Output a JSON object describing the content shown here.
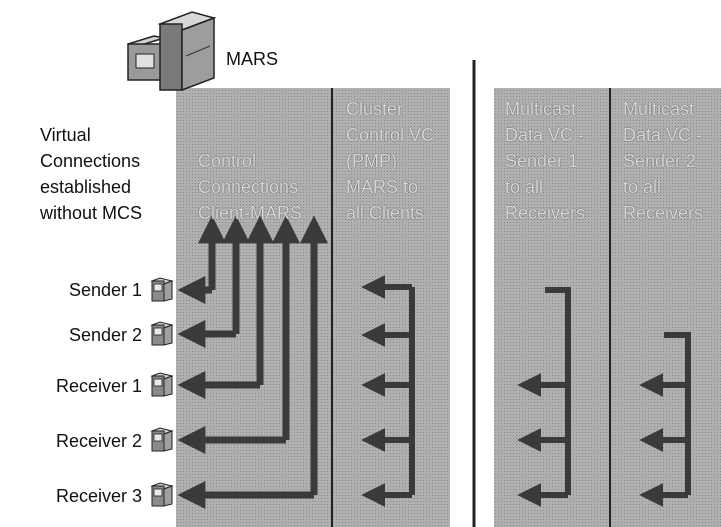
{
  "mars_label": "MARS",
  "intro_text": {
    "line1": "Virtual",
    "line2": "Connections",
    "line3": "established",
    "line4": "without MCS"
  },
  "columns": {
    "control": [
      "Control",
      "Connections",
      "Client-MARS"
    ],
    "cluster_control": [
      "Cluster",
      "Control VC",
      "(PMP)",
      "MARS to",
      "all Clients"
    ],
    "multicast_1": [
      "Multicast",
      "Data VC -",
      "Sender 1",
      "to all",
      "Receivers"
    ],
    "multicast_2": [
      "Multicast",
      "Data VC -",
      "Sender 2",
      "to all",
      "Receivers"
    ]
  },
  "nodes": [
    "Sender 1",
    "Sender 2",
    "Receiver 1",
    "Receiver 2",
    "Receiver 3"
  ],
  "icons": {
    "server": "mars-server-icon",
    "computer": "computer-icon"
  },
  "colors": {
    "panel": "#a8a8a8",
    "arrow": "#3a3a3a",
    "divider": "#222222"
  }
}
